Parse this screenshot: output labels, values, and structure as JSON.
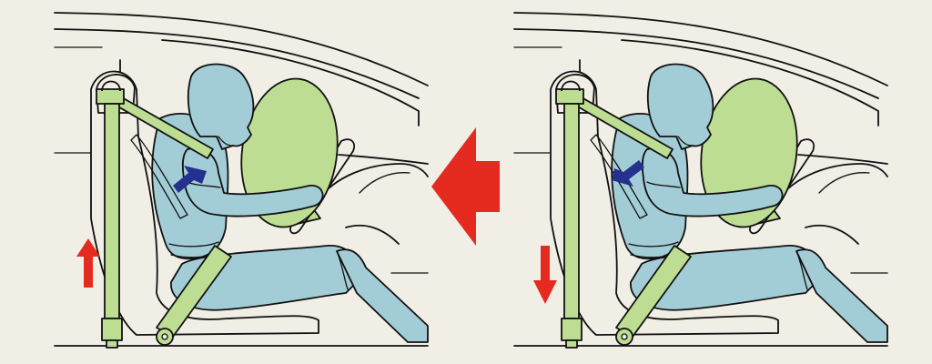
{
  "diagram": {
    "panels": [
      {
        "id": "before",
        "seatbelt_arrow": "up",
        "shoulder_arrow": "toward-occupant"
      },
      {
        "id": "after",
        "seatbelt_arrow": "down",
        "shoulder_arrow": "away-from-occupant"
      }
    ],
    "center_arrow": "left",
    "colors": {
      "background": "#f0eee5",
      "occupant": "#a3cdd6",
      "airbag_and_belt": "#bcdd92",
      "motion_arrow": "#e52b20",
      "force_arrow": "#24318f",
      "line": "#111111"
    }
  }
}
